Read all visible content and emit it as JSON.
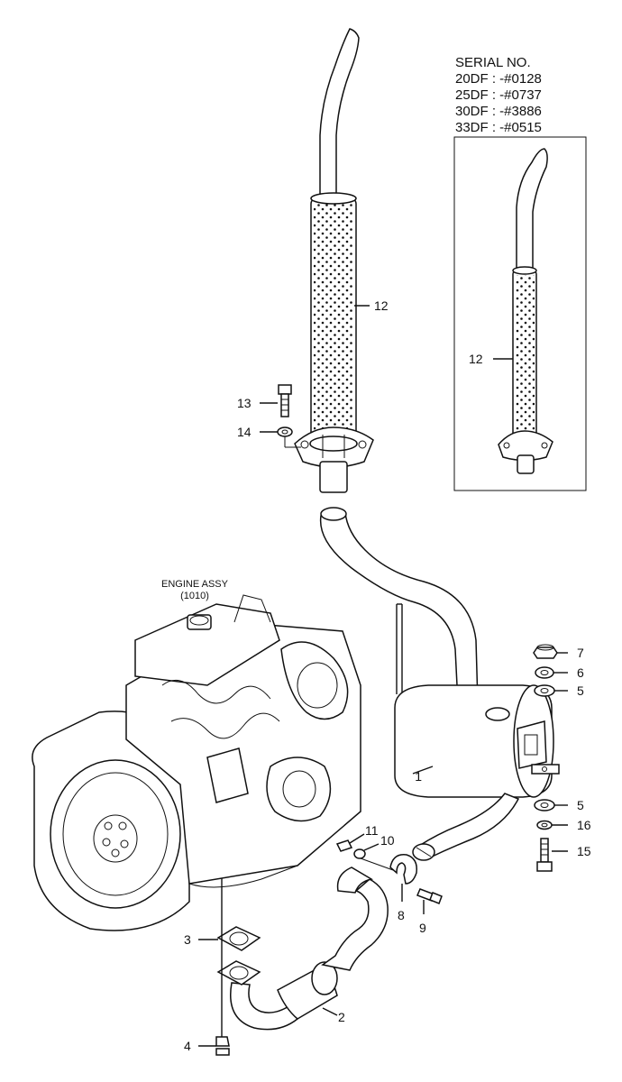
{
  "serial": {
    "title": "SERIAL NO.",
    "lines": [
      "20DF : -#0128",
      "25DF : -#0737",
      "30DF : -#3886",
      "33DF : -#0515"
    ]
  },
  "engine": {
    "line1": "ENGINE ASSY",
    "line2": "(1010)"
  },
  "callouts": {
    "c1": "1",
    "c2": "2",
    "c3": "3",
    "c4": "4",
    "c5a": "5",
    "c5b": "5",
    "c6": "6",
    "c7": "7",
    "c8": "8",
    "c9": "9",
    "c10": "10",
    "c11": "11",
    "c12a": "12",
    "c12b": "12",
    "c13": "13",
    "c14": "14",
    "c15": "15",
    "c16": "16"
  }
}
